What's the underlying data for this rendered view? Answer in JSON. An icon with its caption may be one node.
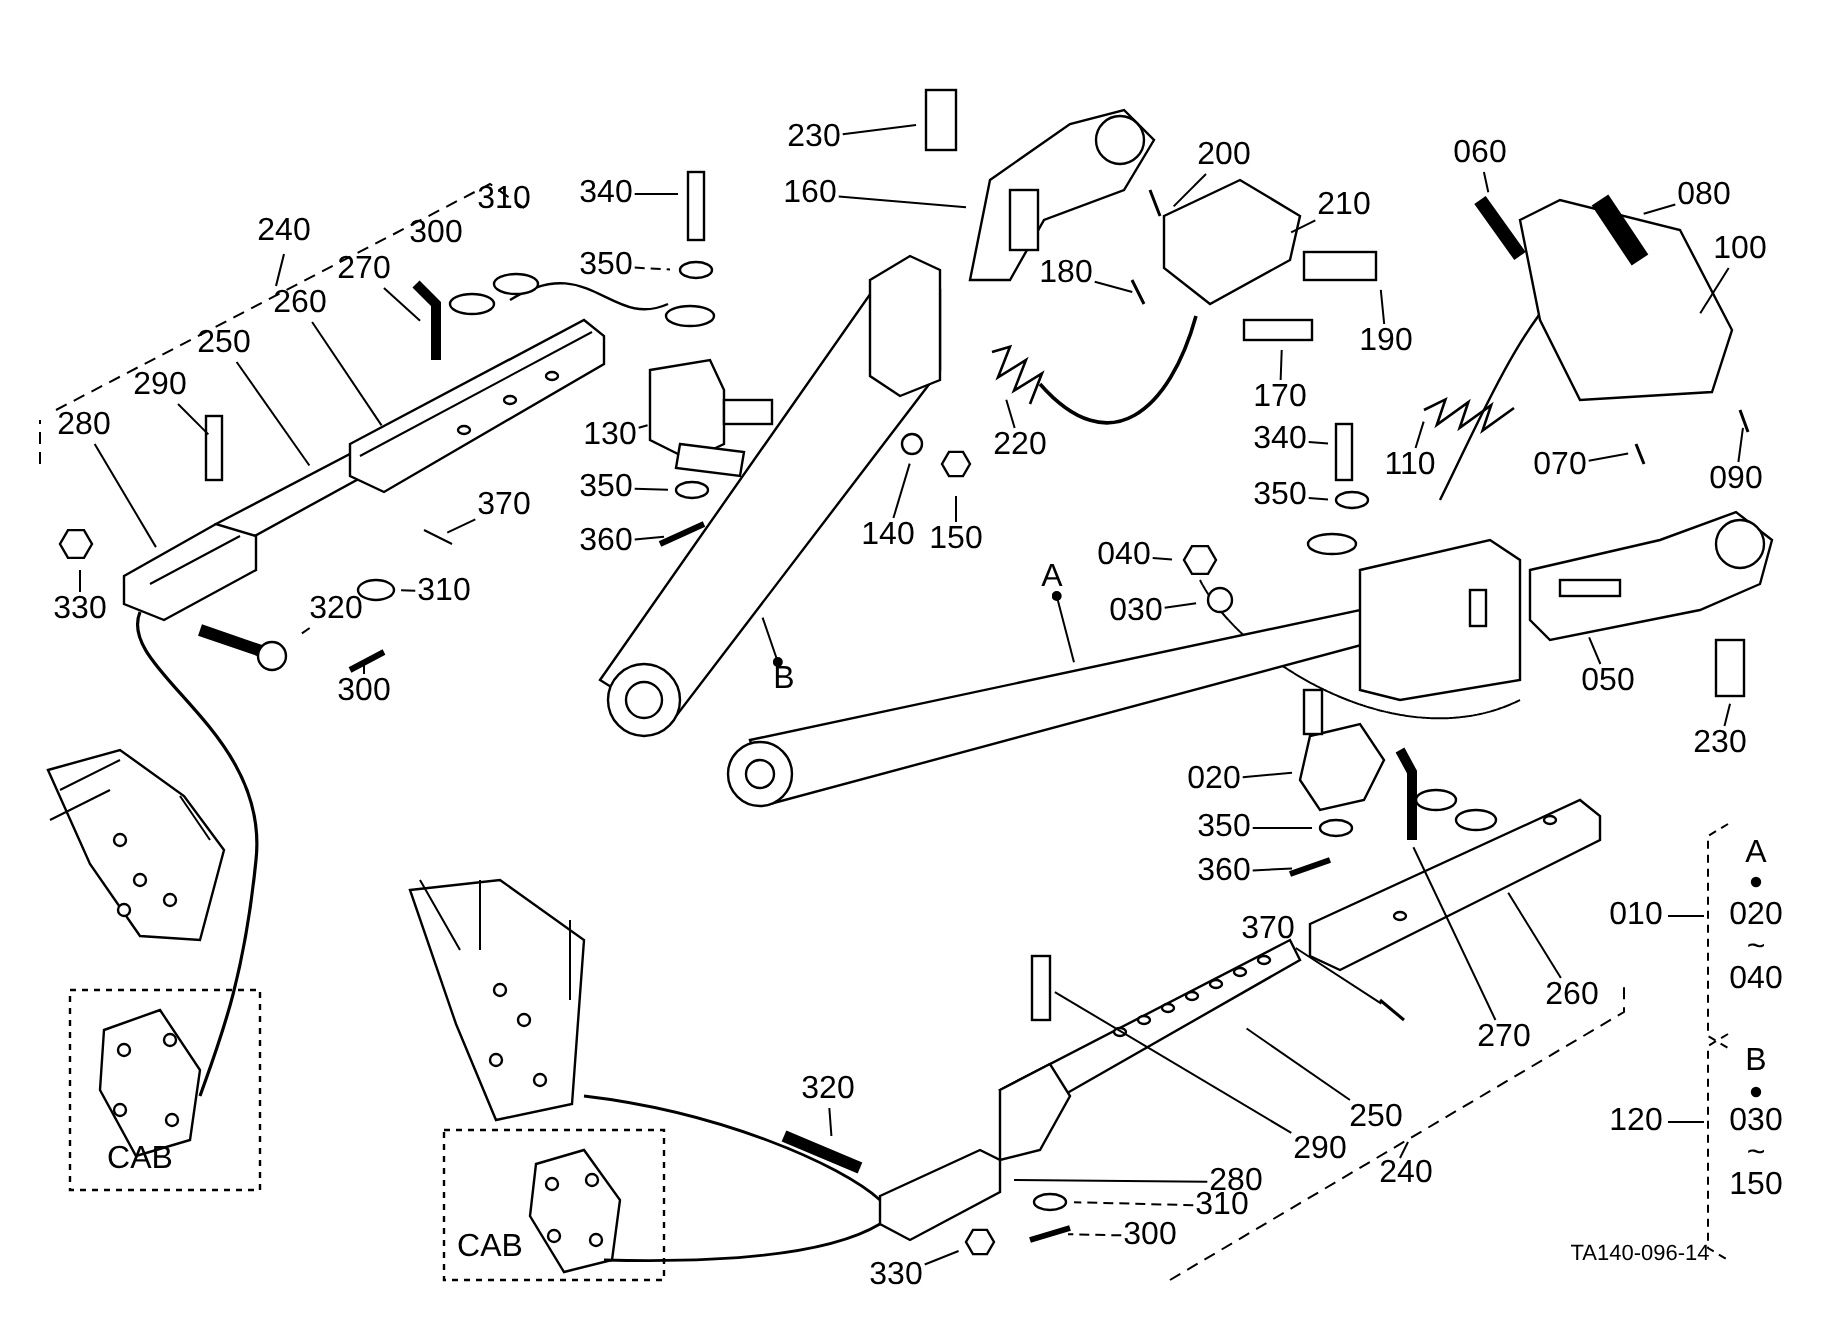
{
  "diagram": {
    "nodes": [
      {
        "text": [
          "060"
        ]
      },
      {
        "text": [
          "230"
        ]
      },
      {
        "text": [
          "080"
        ]
      },
      {
        "text": [
          "340"
        ]
      },
      {
        "text": [
          "160"
        ]
      },
      {
        "text": [
          "200"
        ]
      },
      {
        "text": [
          "210"
        ]
      },
      {
        "text": [
          "270"
        ]
      },
      {
        "text": [
          "100"
        ]
      },
      {
        "text": [
          "350"
        ]
      },
      {
        "text": [
          "180"
        ]
      },
      {
        "text": [
          "260"
        ]
      },
      {
        "text": [
          "190"
        ]
      },
      {
        "text": [
          "250"
        ]
      },
      {
        "text": [
          "290"
        ]
      },
      {
        "text": [
          "170"
        ]
      },
      {
        "text": [
          "280"
        ]
      },
      {
        "text": [
          "130"
        ]
      },
      {
        "text": [
          "340"
        ]
      },
      {
        "text": [
          "220"
        ]
      },
      {
        "text": [
          "110"
        ]
      },
      {
        "text": [
          "070"
        ]
      },
      {
        "text": [
          "350"
        ]
      },
      {
        "text": [
          "090"
        ]
      },
      {
        "text": [
          "350"
        ]
      },
      {
        "text": [
          "370"
        ]
      },
      {
        "text": [
          "140"
        ]
      },
      {
        "text": [
          "150"
        ]
      },
      {
        "text": [
          "360"
        ]
      },
      {
        "text": [
          "040"
        ]
      },
      {
        "text": [
          "A"
        ]
      },
      {
        "text": [
          "310"
        ]
      },
      {
        "text": [
          "330"
        ]
      },
      {
        "text": [
          "030"
        ]
      },
      {
        "text": [
          "320"
        ]
      },
      {
        "text": [
          "050"
        ]
      },
      {
        "text": [
          "B"
        ]
      },
      {
        "text": [
          "300"
        ]
      },
      {
        "text": [
          "230"
        ]
      },
      {
        "text": [
          "020"
        ]
      },
      {
        "text": [
          "350"
        ]
      },
      {
        "text": [
          "360"
        ]
      },
      {
        "text": [
          "370"
        ]
      },
      {
        "text": [
          "260"
        ]
      },
      {
        "text": [
          "270"
        ]
      },
      {
        "text": [
          "320"
        ]
      },
      {
        "text": [
          "250"
        ]
      },
      {
        "text": [
          "290"
        ]
      },
      {
        "text": [
          "280"
        ]
      },
      {
        "text": [
          "310"
        ]
      },
      {
        "text": [
          "300"
        ]
      },
      {
        "text": [
          "330"
        ]
      }
    ],
    "edges": [
      {
        "from": 0,
        "to": null,
        "arrow": "none"
      },
      {
        "from": 1,
        "to": null,
        "arrow": "none"
      },
      {
        "from": 2,
        "to": null,
        "arrow": "none"
      },
      {
        "from": 3,
        "to": null,
        "arrow": "none"
      },
      {
        "from": 4,
        "to": null,
        "arrow": "none"
      },
      {
        "from": 5,
        "to": null,
        "arrow": "none"
      },
      {
        "from": 6,
        "to": null,
        "arrow": "none"
      },
      {
        "from": 7,
        "to": null,
        "arrow": "none"
      },
      {
        "from": 8,
        "to": null,
        "arrow": "none"
      },
      {
        "from": 9,
        "to": null,
        "arrow": "none",
        "style": "dashed"
      },
      {
        "from": 10,
        "to": null,
        "arrow": "none"
      },
      {
        "from": 11,
        "to": null,
        "arrow": "none"
      },
      {
        "from": 12,
        "to": null,
        "arrow": "none"
      },
      {
        "from": 13,
        "to": null,
        "arrow": "none"
      },
      {
        "from": 14,
        "to": null,
        "arrow": "none"
      },
      {
        "from": 15,
        "to": null,
        "arrow": "none"
      },
      {
        "from": 16,
        "to": null,
        "arrow": "none"
      },
      {
        "from": 17,
        "to": null,
        "arrow": "none"
      },
      {
        "from": 18,
        "to": null,
        "arrow": "none"
      },
      {
        "from": 19,
        "to": null,
        "arrow": "none"
      },
      {
        "from": 20,
        "to": null,
        "arrow": "none"
      },
      {
        "from": 21,
        "to": null,
        "arrow": "none"
      },
      {
        "from": 22,
        "to": null,
        "arrow": "none"
      },
      {
        "from": 23,
        "to": null,
        "arrow": "none"
      },
      {
        "from": 24,
        "to": null,
        "arrow": "none"
      },
      {
        "from": 25,
        "to": null,
        "arrow": "none"
      },
      {
        "from": 26,
        "to": null,
        "arrow": "none"
      },
      {
        "from": 27,
        "to": null,
        "arrow": "none"
      },
      {
        "from": 28,
        "to": null,
        "arrow": "none"
      },
      {
        "from": 29,
        "to": null,
        "arrow": "none"
      },
      {
        "from": 30,
        "to": null,
        "arrow": "other"
      },
      {
        "from": 31,
        "to": null,
        "arrow": "none"
      },
      {
        "from": 32,
        "to": null,
        "arrow": "none"
      },
      {
        "from": 33,
        "to": null,
        "arrow": "none"
      },
      {
        "from": 34,
        "to": null,
        "arrow": "none"
      },
      {
        "from": 35,
        "to": null,
        "arrow": "none"
      },
      {
        "from": 36,
        "to": null,
        "arrow": "other"
      },
      {
        "from": 37,
        "to": null,
        "arrow": "none"
      },
      {
        "from": 38,
        "to": null,
        "arrow": "none"
      },
      {
        "from": 39,
        "to": null,
        "arrow": "none"
      },
      {
        "from": 40,
        "to": null,
        "arrow": "none"
      },
      {
        "from": 41,
        "to": null,
        "arrow": "none"
      },
      {
        "from": 42,
        "to": null,
        "arrow": "none"
      },
      {
        "from": 43,
        "to": null,
        "arrow": "none"
      },
      {
        "from": 44,
        "to": null,
        "arrow": "none"
      },
      {
        "from": 45,
        "to": null,
        "arrow": "none"
      },
      {
        "from": 46,
        "to": null,
        "arrow": "none"
      },
      {
        "from": 47,
        "to": null,
        "arrow": "none"
      },
      {
        "from": 48,
        "to": null,
        "arrow": "none"
      },
      {
        "from": 49,
        "to": null,
        "arrow": "none",
        "style": "dashed"
      },
      {
        "from": 50,
        "to": null,
        "arrow": "none",
        "style": "dashed"
      },
      {
        "from": 51,
        "to": null,
        "arrow": "none"
      }
    ],
    "labels": [
      "310",
      "240",
      "300",
      "A",
      "010",
      "020",
      "~",
      "040",
      "B",
      "120",
      "030",
      "~",
      "150",
      "CAB",
      "240",
      "CAB",
      "TA140-096-14"
    ]
  }
}
